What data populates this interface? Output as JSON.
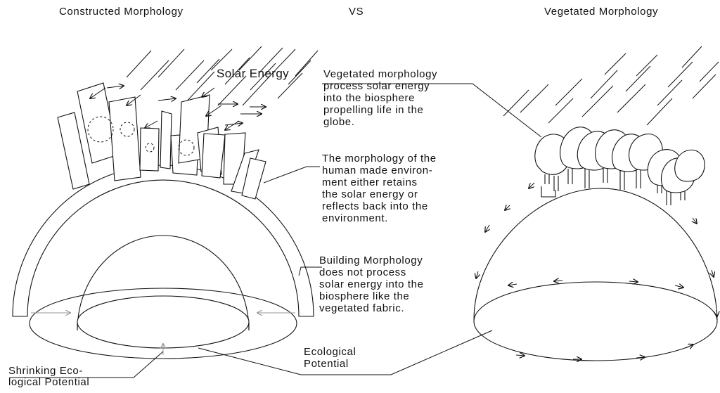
{
  "headings": {
    "left": "Constructed Morphology",
    "middle": "VS",
    "right": "Vegetated Morphology"
  },
  "labels": {
    "solar_energy": "Solar Energy",
    "note_vegetated": "Vegetated morphology\nprocess solar energy\ninto the biosphere\npropelling life in the\nglobe.",
    "note_human_made": "The morphology of the\nhuman made environ-\nment either retains\nthe solar energy or\nreflects back into the\nenvironment.",
    "note_building": "Building Morphology\ndoes not process\nsolar energy into the\nbiosphere like the\nvegetated fabric.",
    "ecological_potential": "Ecological\nPotential",
    "shrinking_potential": "Shrinking Eco-\nlogical Potential"
  },
  "colors": {
    "stroke": "#111111",
    "faint_arrow": "#9a9a9a",
    "background": "#ffffff"
  }
}
